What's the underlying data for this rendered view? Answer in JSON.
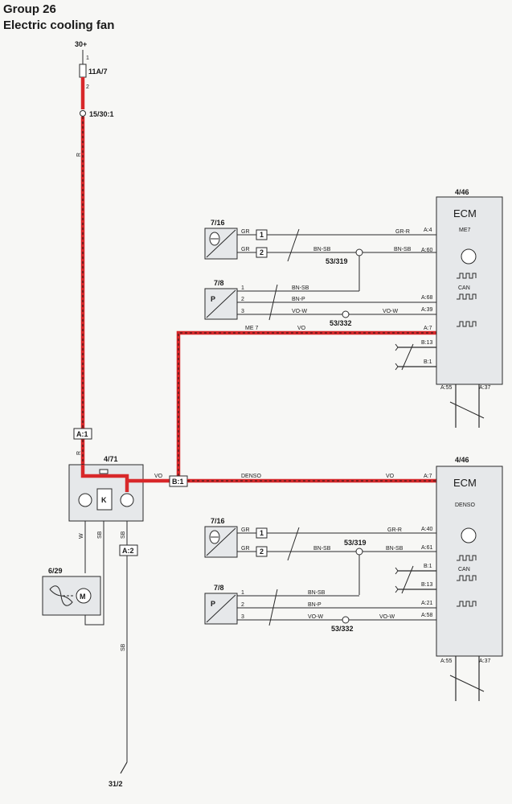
{
  "title": {
    "group": "Group 26",
    "name": "Electric cooling fan"
  },
  "power": {
    "supply": "30+",
    "fuse": "11A/7",
    "fuse_pin1": "1",
    "fuse_pin2": "2",
    "junction": "15/30:1",
    "wire": "R"
  },
  "fan_relay": {
    "id": "4/71",
    "connector_a1": "A:1",
    "connector_a2": "A:2",
    "connector_b1": "B:1",
    "wire_in": "R",
    "wire_vo": "VO",
    "wire_w": "W",
    "wire_sb1": "SB",
    "wire_sb2": "SB"
  },
  "fan_motor": {
    "id": "6/29"
  },
  "ground": {
    "id": "31/2",
    "wire": "SB"
  },
  "ecm_top": {
    "id": "4/46",
    "label": "ECM",
    "variant": "ME7",
    "can": "CAN",
    "pins": {
      "temp1": "A:4",
      "temp2": "A:60",
      "pres_bnp": "A:68",
      "pres_vow": "A:39",
      "fan": "A:7",
      "b13": "B:13",
      "b1": "B:1",
      "a55": "A:55",
      "a37": "A:37"
    }
  },
  "ecm_bottom": {
    "id": "4/46",
    "label": "ECM",
    "variant": "DENSO",
    "can": "CAN",
    "pins": {
      "fan": "A:7",
      "temp1": "A:40",
      "temp2": "A:61",
      "b1": "B:1",
      "b13": "B:13",
      "pres_bnp": "A:21",
      "pres_vow": "A:58",
      "a55": "A:55",
      "a37": "A:37"
    }
  },
  "temp_sensor_top": {
    "id": "7/16",
    "pin1": "1",
    "pin2": "2",
    "wire1": "GR",
    "wire2": "GR",
    "wire1_ecm": "GR-R",
    "wire2_mid": "BN-SB",
    "wire2_ecm": "BN-SB"
  },
  "temp_sensor_bottom": {
    "id": "7/16",
    "pin1": "1",
    "pin2": "2",
    "wire1": "GR",
    "wire2": "GR",
    "wire1_ecm": "GR-R",
    "wire2_mid": "BN-SB",
    "wire2_ecm": "BN-SB"
  },
  "press_sensor_top": {
    "id": "7/8",
    "symbol": "P",
    "pin1": "1",
    "pin2": "2",
    "pin3": "3",
    "wire1": "BN-SB",
    "wire2": "BN-P",
    "wire3": "VO-W",
    "wire3_ecm": "VO-W"
  },
  "press_sensor_bottom": {
    "id": "7/8",
    "symbol": "P",
    "pin1": "1",
    "pin2": "2",
    "pin3": "3",
    "wire1": "BN-SB",
    "wire2": "BN-P",
    "wire3": "VO-W",
    "wire3_ecm": "VO-W"
  },
  "splices": {
    "top_bnsb": "53/319",
    "top_vow": "53/332",
    "bottom_bnsb": "53/319",
    "bottom_vow": "53/332"
  },
  "fan_wire": {
    "top_label": "ME 7",
    "top_color": "VO",
    "bottom_label": "DENSO",
    "bottom_color": "VO"
  },
  "colors": {
    "highlight": "#d8282a",
    "component": "#e6e8ea"
  }
}
